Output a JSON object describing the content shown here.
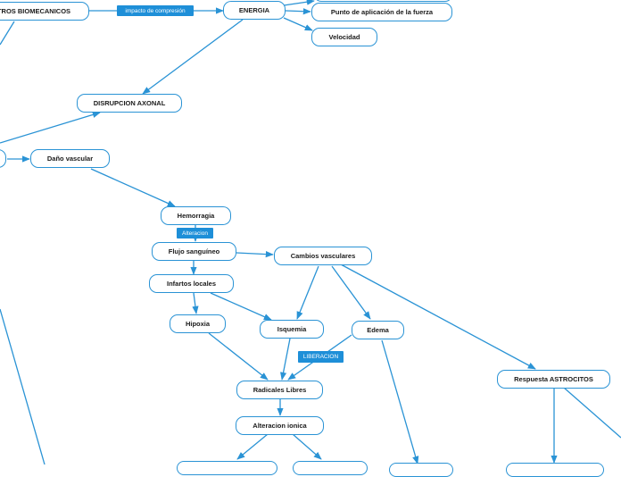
{
  "colors": {
    "line": "#2a93d5",
    "node_border": "#2a93d5",
    "label_bg": "#1e8fd8",
    "label_text": "#ffffff",
    "node_text": "#1a1a1a"
  },
  "nodes": {
    "biomecanicos": "TROS BIOMECANICOS",
    "energia": "ENERGIA",
    "punto_aplicacion": "Punto de aplicación de la fuerza",
    "velocidad": "Velocidad",
    "disrupcion_axonal": "DISRUPCION AXONAL",
    "dano_vascular": "Daño vascular",
    "hemorragia": "Hemorragia",
    "flujo_sanguineo": "Flujo sanguíneo",
    "cambios_vasculares": "Cambios vasculares",
    "infartos_locales": "Infartos locales",
    "hipoxia": "Hipoxia",
    "isquemia": "Isquemia",
    "edema": "Edema",
    "radicales_libres": "Radicales Libres",
    "alteracion_ionica": "Alteracion ionica",
    "respuesta_astrocitos": "Respuesta ASTROCITOS"
  },
  "link_labels": {
    "impacto": "impacto de compresión",
    "alteracion": "Alteracion",
    "liberacion": "LIBERACION"
  }
}
